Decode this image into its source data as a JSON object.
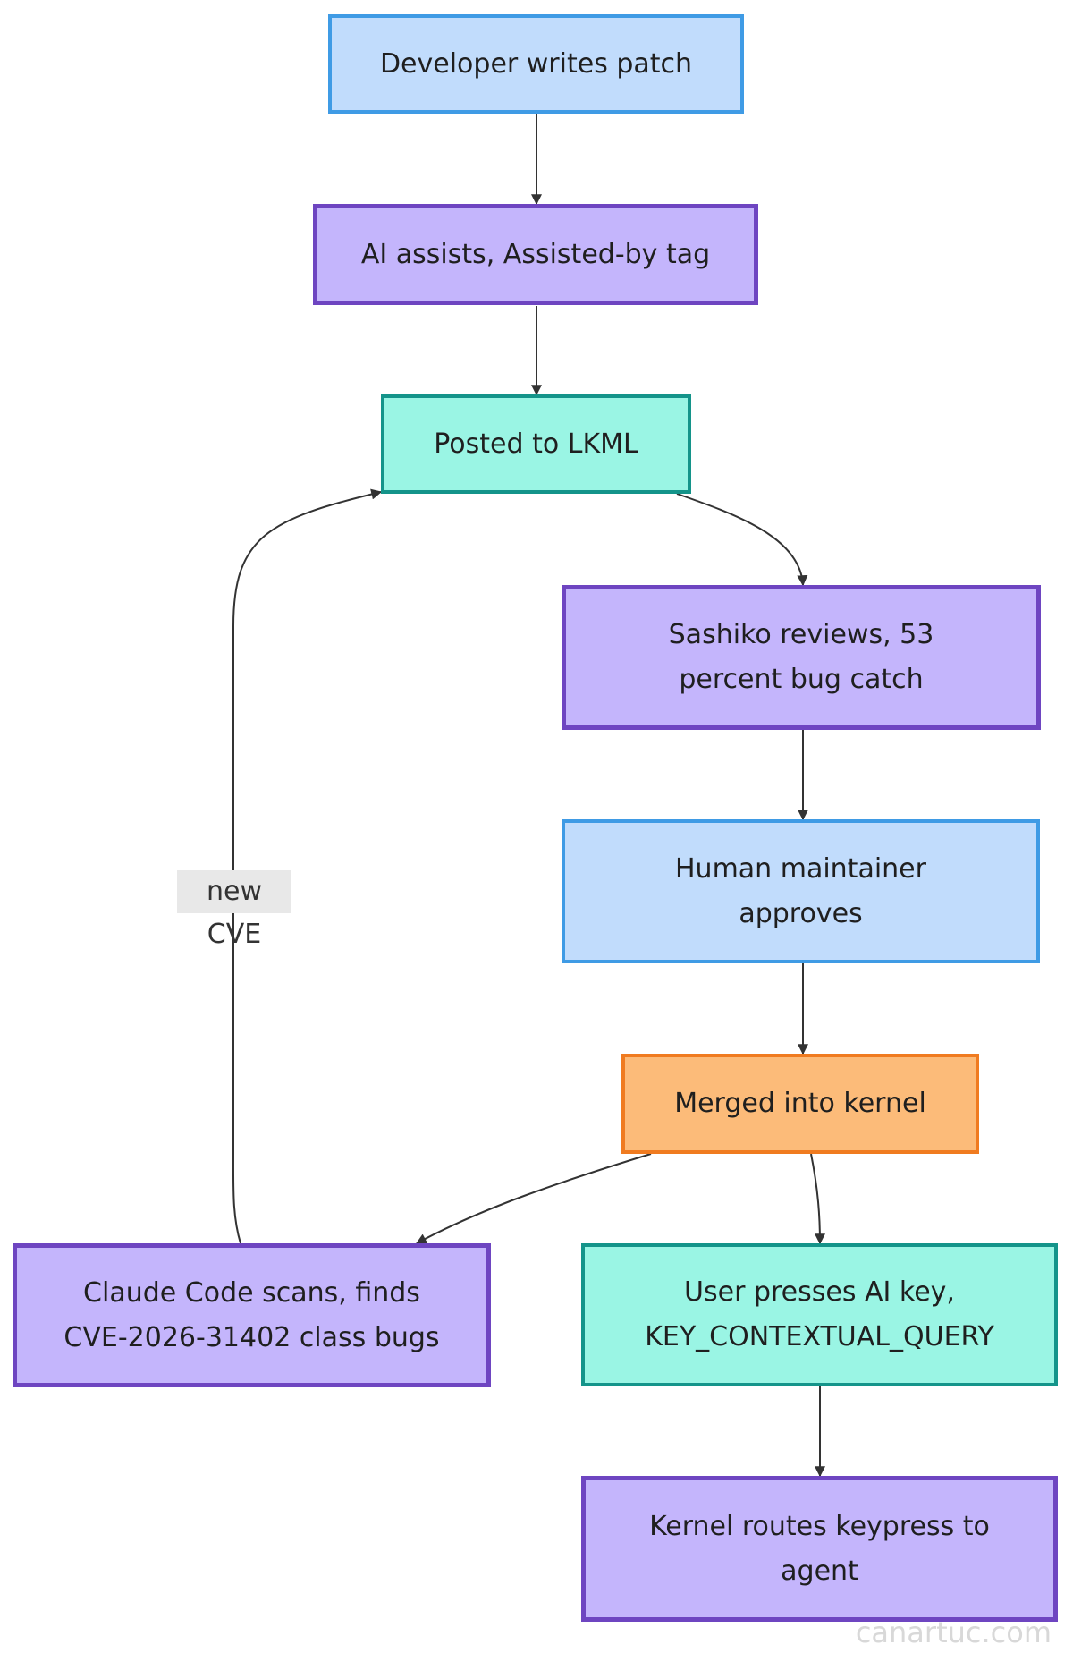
{
  "nodes": {
    "developer": "Developer writes patch",
    "ai_assist": "AI assists, Assisted-by tag",
    "lkml": "Posted to LKML",
    "sashiko": "Sashiko reviews, 53\npercent bug catch",
    "maintainer": "Human maintainer\napproves",
    "merged": "Merged into kernel",
    "claude": "Claude Code scans, finds\nCVE-2026-31402 class bugs",
    "ai_key": "User presses AI key,\nKEY_CONTEXTUAL_QUERY",
    "routes": "Kernel routes keypress to\nagent"
  },
  "edges": {
    "new_cve_label": "new CVE"
  },
  "watermark": "canartuc.com",
  "colors": {
    "blue_fill": "#c1dcfc",
    "blue_border": "#3f9be5",
    "purple_fill": "#c4b5fc",
    "purple_border": "#6e45c1",
    "teal_fill": "#9af5e4",
    "teal_border": "#14948a",
    "orange_fill": "#fcbb79",
    "orange_border": "#f07b20",
    "edge": "#333333"
  }
}
